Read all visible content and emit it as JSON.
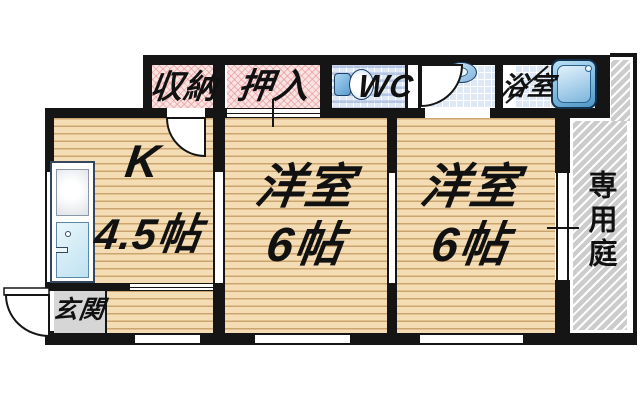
{
  "rooms": {
    "kitchen": {
      "name_line": "K",
      "size_line": "4.5帖"
    },
    "western_room_1": {
      "name_line": "洋室",
      "size_line": "6帖"
    },
    "western_room_2": {
      "name_line": "洋室",
      "size_line": "6帖"
    },
    "storage": {
      "label": "収納"
    },
    "closet": {
      "label": "押入"
    },
    "toilet": {
      "label": "WC"
    },
    "bathroom": {
      "label": "浴室"
    },
    "entrance": {
      "label": "玄関"
    },
    "private_garden": {
      "label": "専用庭"
    }
  },
  "icons": [
    "kitchen-sink-icon",
    "toilet-icon",
    "washbasin-icon",
    "bathtub-icon"
  ],
  "colors": {
    "wall": "#151515",
    "wood_floor": "#f4ddb4",
    "wood_line": "#aa7634",
    "closet_pink": "#fae3e3",
    "closet_pink_line": "#e48a8a",
    "tile_floor": "#dfe9f5",
    "garden_hatch": "#cccccc",
    "entrance_floor": "#d6d6d6",
    "fixture_blue": "#5b9bd0",
    "fixture_outline": "#1c3f66"
  }
}
